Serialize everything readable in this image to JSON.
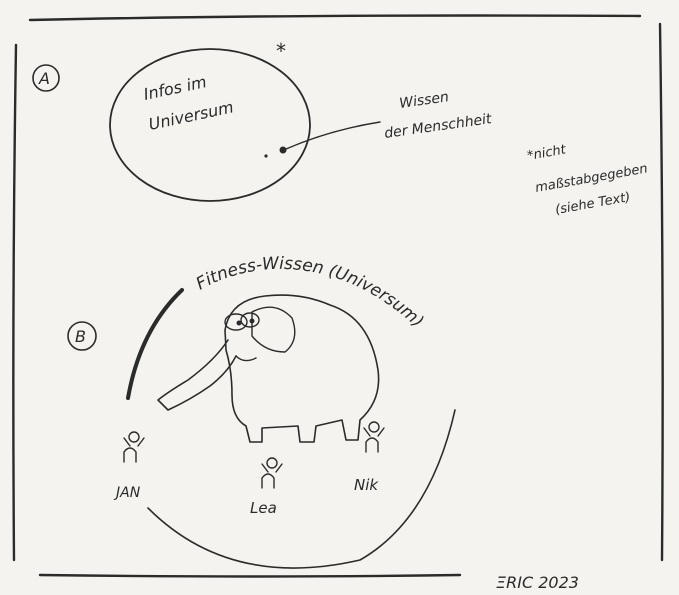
{
  "panel_a": {
    "label": "A",
    "asterisk": "*",
    "circle_label_line1": "Infos im",
    "circle_label_line2": "Universum",
    "dot_label_line1": "Wissen",
    "dot_label_line2": "der Menschheit"
  },
  "footnote": {
    "line1": "*nicht",
    "line2": "maßstabgegeben",
    "line3": "(siehe Text)"
  },
  "panel_b": {
    "label": "B",
    "arc_label": "Fitness-Wissen (Universum)",
    "people": [
      {
        "name": "JAN"
      },
      {
        "name": "Lea"
      },
      {
        "name": "Nik"
      }
    ]
  },
  "signature": "ΞRIC 2023",
  "colors": {
    "paper": "#f4f3ef",
    "ink": "#2b2b2b",
    "elephant_shade": "#c9c9c9"
  }
}
